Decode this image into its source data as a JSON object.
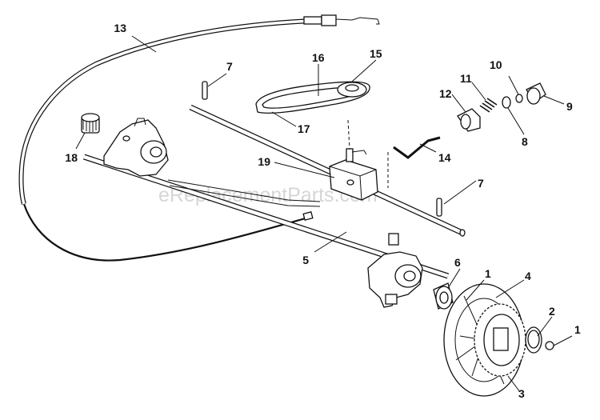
{
  "watermark": "eReplacementParts.com",
  "callouts": [
    {
      "id": "c1a",
      "text": "1"
    },
    {
      "id": "c1b",
      "text": "1"
    },
    {
      "id": "c2",
      "text": "2"
    },
    {
      "id": "c3",
      "text": "3"
    },
    {
      "id": "c4",
      "text": "4"
    },
    {
      "id": "c5",
      "text": "5"
    },
    {
      "id": "c6",
      "text": "6"
    },
    {
      "id": "c7a",
      "text": "7"
    },
    {
      "id": "c7b",
      "text": "7"
    },
    {
      "id": "c8",
      "text": "8"
    },
    {
      "id": "c9",
      "text": "9"
    },
    {
      "id": "c10",
      "text": "10"
    },
    {
      "id": "c11",
      "text": "11"
    },
    {
      "id": "c12",
      "text": "12"
    },
    {
      "id": "c13",
      "text": "13"
    },
    {
      "id": "c14",
      "text": "14"
    },
    {
      "id": "c15",
      "text": "15"
    },
    {
      "id": "c16",
      "text": "16"
    },
    {
      "id": "c17",
      "text": "17"
    },
    {
      "id": "c18",
      "text": "18"
    },
    {
      "id": "c19",
      "text": "19"
    }
  ]
}
